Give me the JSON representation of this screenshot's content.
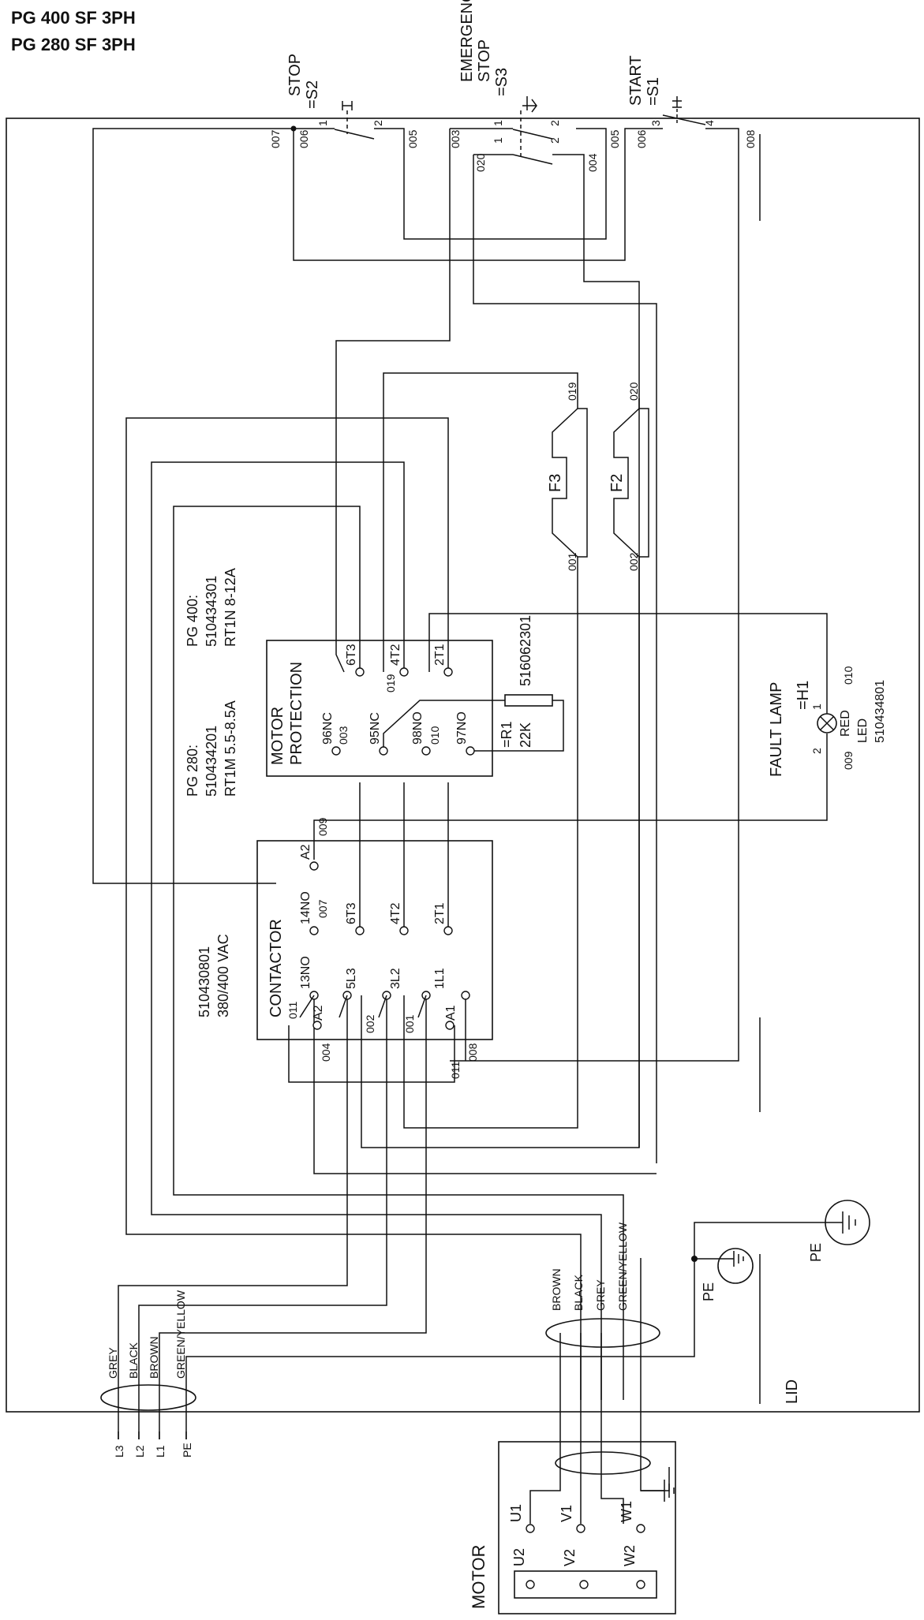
{
  "title": {
    "line1": "PG 400 SF 3PH",
    "line2": "PG 280 SF 3PH"
  },
  "switches": {
    "stop": {
      "label": "STOP",
      "id": "=S2",
      "pins": [
        "1",
        "2"
      ]
    },
    "emergency": {
      "label1": "EMERGENCY",
      "label2": "STOP",
      "id": "=S3",
      "pins": [
        "1",
        "2",
        "1",
        "2"
      ]
    },
    "start": {
      "label": "START",
      "id": "=S1",
      "pins": [
        "3",
        "4"
      ]
    }
  },
  "top_wires": [
    "007",
    "006",
    "005",
    "003",
    "020",
    "004",
    "005",
    "006",
    "008"
  ],
  "fuses": {
    "f3": {
      "label": "F3",
      "top": "019",
      "bottom": "001"
    },
    "f2": {
      "label": "F2",
      "top": "020",
      "bottom": "002"
    }
  },
  "motor_protection": {
    "label1": "MOTOR",
    "label2": "PROTECTION",
    "top_terminals": [
      "6T3",
      "4T2",
      "2T1"
    ],
    "bottom_terminals": [
      "96NC",
      "95NC",
      "98NO",
      "97NO"
    ],
    "wire_003": "003",
    "wire_019": "019",
    "wire_010": "010",
    "pg400": {
      "line1": "PG 400:",
      "line2": "510434301",
      "line3": "RT1N 8-12A"
    },
    "pg280": {
      "line1": "PG 280:",
      "line2": "510434201",
      "line3": "RT1M 5.5-8.5A"
    }
  },
  "resistor": {
    "part": "516062301",
    "id": "=R1",
    "value": "22K"
  },
  "fault_lamp": {
    "label": "FAULT LAMP",
    "id": "=H1",
    "color": "RED",
    "type": "LED",
    "part": "510434801",
    "pin1": "1",
    "pin2": "2",
    "wire1": "010",
    "wire2": "009"
  },
  "contactor": {
    "label": "CONTACTOR",
    "part": "510430801",
    "voltage": "380/400 VAC",
    "a2": "A2",
    "wire_009": "009",
    "row_mid": [
      "14NO",
      "6T3",
      "4T2",
      "2T1"
    ],
    "wire_007": "007",
    "row_bottom": [
      "13NO",
      "5L3",
      "3L2",
      "1L1"
    ],
    "coil_a2": "A2",
    "coil_a1": "A1",
    "wire_011a": "011",
    "wire_011b": "011",
    "wire_004": "004",
    "wire_002": "002",
    "wire_001": "001",
    "wire_008": "008"
  },
  "motor_cable": {
    "colors": [
      "BROWN",
      "BLACK",
      "GREY",
      "GREEN/YELLOW"
    ]
  },
  "supply_cable": {
    "colors": [
      "GREY",
      "BLACK",
      "BROWN",
      "GREEN/YELLOW"
    ],
    "lines": [
      "L3",
      "L2",
      "L1",
      "PE"
    ]
  },
  "earth": {
    "pe_inner": "PE",
    "pe_outer": "PE"
  },
  "lid": "LID",
  "motor": {
    "label": "MOTOR",
    "top_terminals": [
      "U1",
      "V1",
      "W1"
    ],
    "bottom_terminals": [
      "U2",
      "V2",
      "W2"
    ]
  }
}
